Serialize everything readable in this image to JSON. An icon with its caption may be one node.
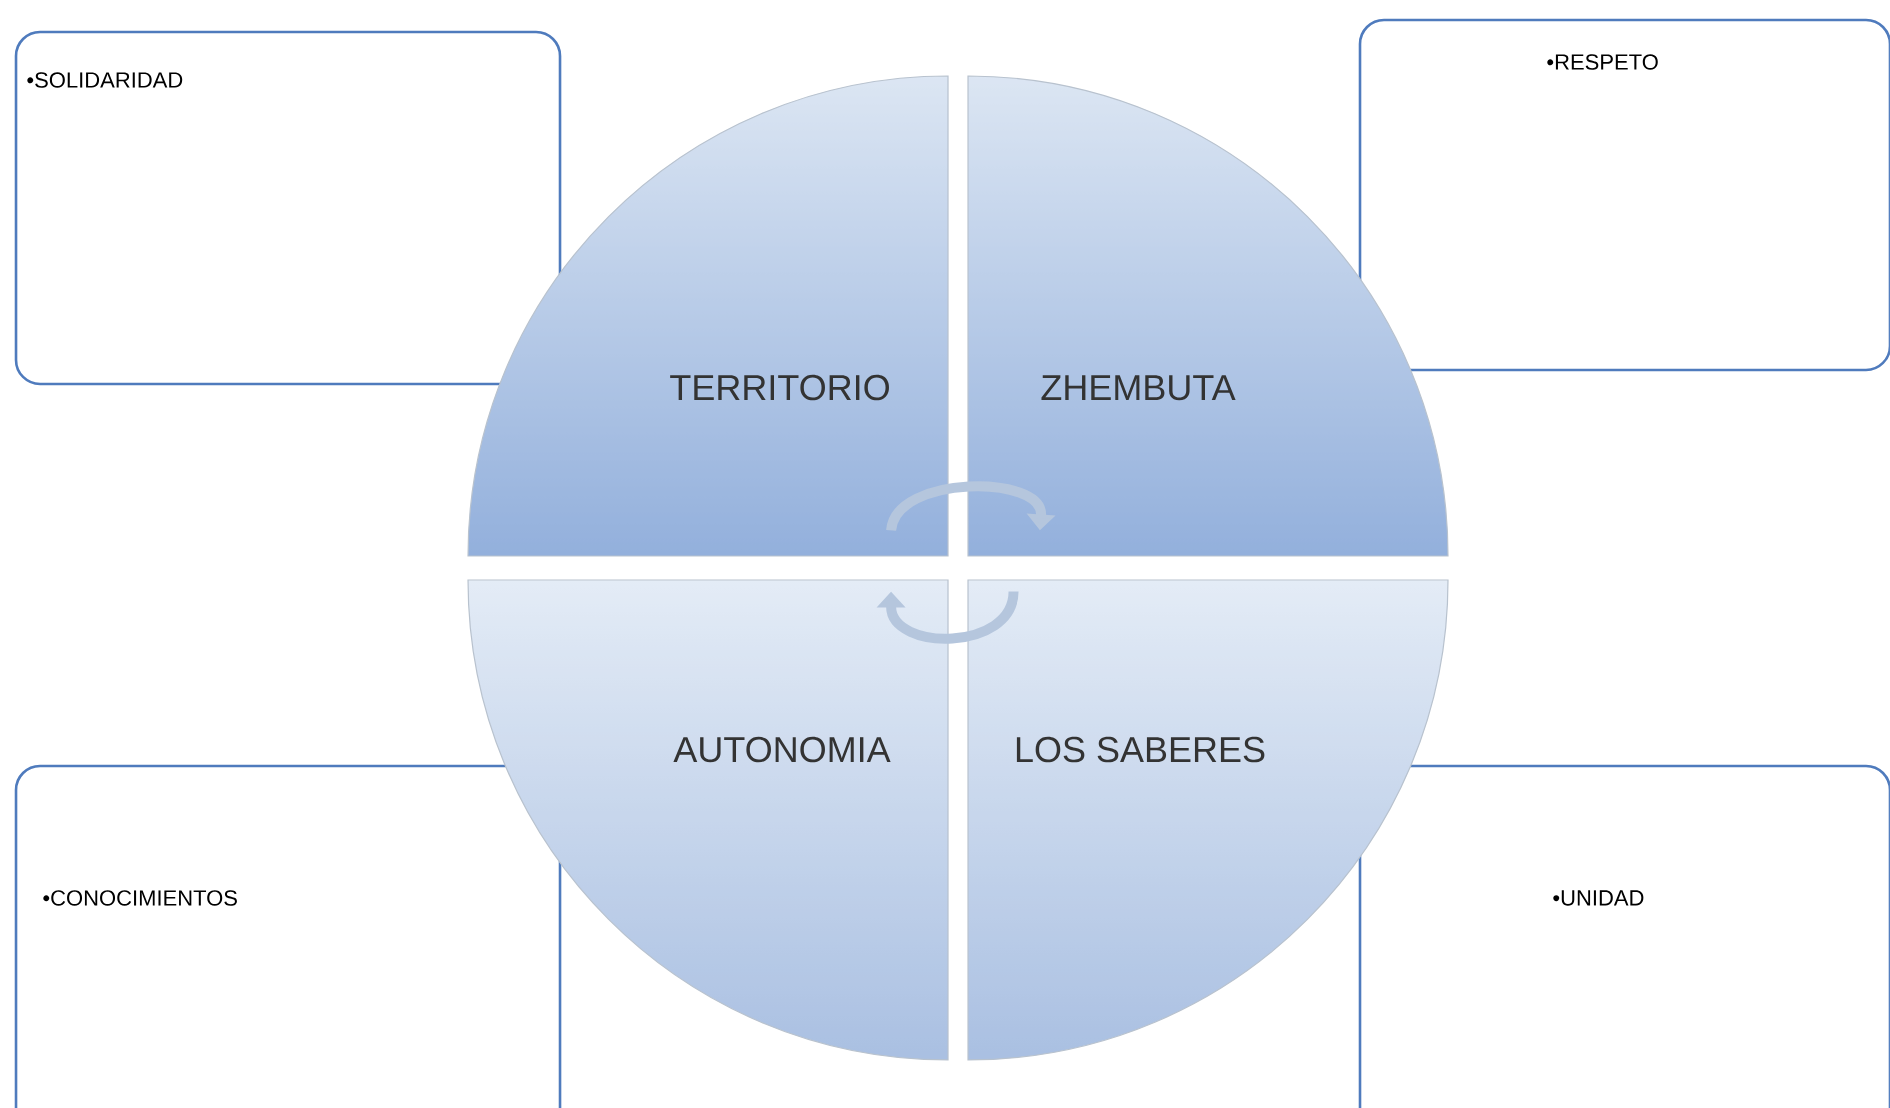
{
  "diagram": {
    "nodes": [
      {
        "text": [
          "•SOLIDARIDAD"
        ]
      },
      {
        "text": [
          "TERRITORIO"
        ]
      },
      {
        "text": [
          "ZHEMBUTA"
        ]
      },
      {
        "text": [
          "•RESPETO"
        ]
      },
      {
        "text": [
          "AUTONOMIA"
        ]
      },
      {
        "text": [
          "LOS SABERES"
        ]
      },
      {
        "text": [
          "•CONOCIMIENTOS"
        ]
      },
      {
        "text": [
          "•UNIDAD"
        ]
      }
    ],
    "edges": [
      {
        "from": 1,
        "to": 2,
        "arrow": "to"
      },
      {
        "from": 5,
        "to": 4,
        "arrow": "to"
      }
    ]
  }
}
